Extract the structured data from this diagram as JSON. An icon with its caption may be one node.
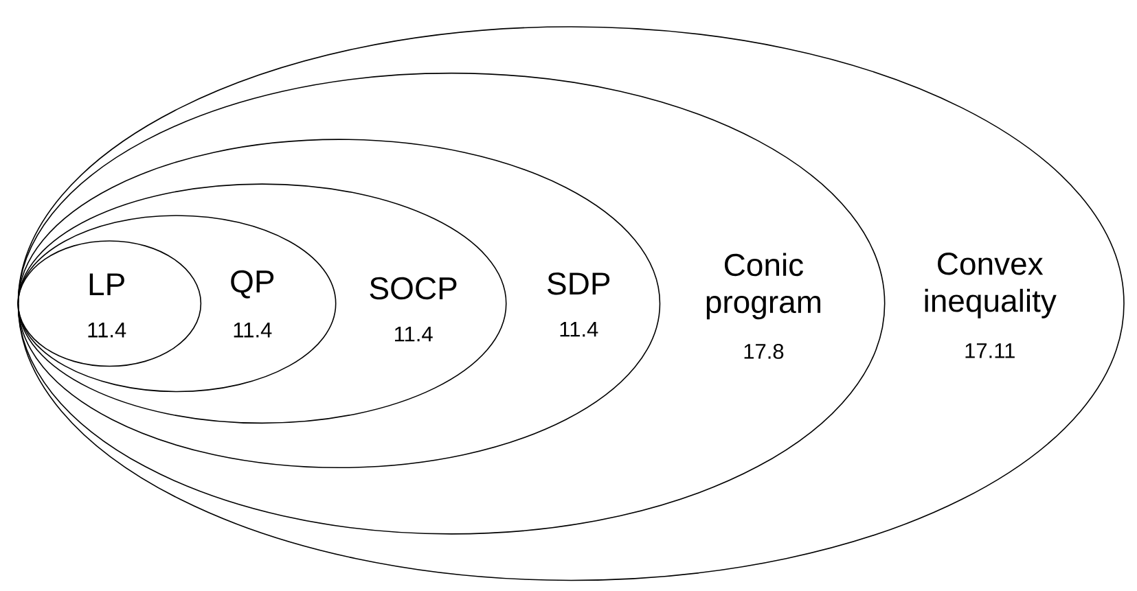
{
  "diagram": {
    "nodes": [
      {
        "text": [
          "Convex inequality",
          "17.11"
        ]
      },
      {
        "text": [
          "Conic program",
          "17.8"
        ],
        "in": 0
      },
      {
        "text": [
          "SDP",
          "11.4"
        ],
        "in": 1
      },
      {
        "text": [
          "SOCP",
          "11.4"
        ],
        "in": 2
      },
      {
        "text": [
          "QP",
          "11.4"
        ],
        "in": 3
      },
      {
        "text": [
          "LP",
          "11.4"
        ],
        "in": 4
      }
    ]
  }
}
